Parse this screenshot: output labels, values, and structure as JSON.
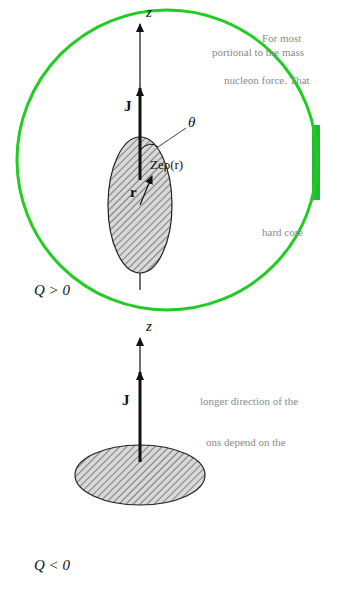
{
  "diagram": {
    "labels": [
      "z",
      "J",
      "θ",
      "Zeρ(r)",
      "r",
      "Q > 0",
      "z",
      "J",
      "Q < 0",
      "For most",
      "portional to the mass",
      "nucleon force. That",
      "hard core",
      "longer direction of the",
      "ons depend on the"
    ]
  }
}
